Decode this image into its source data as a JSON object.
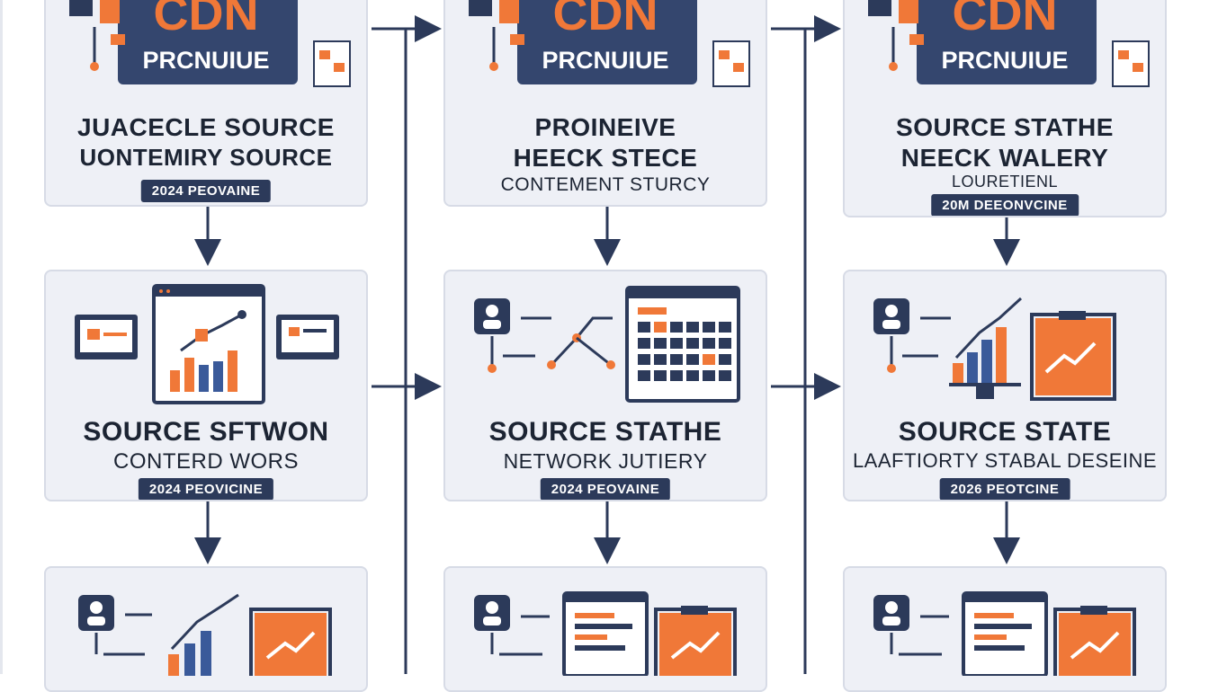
{
  "colors": {
    "navy": "#2c3a5a",
    "orange": "#f07838",
    "card_bg": "#eef0f6",
    "card_border": "#d7dbe6",
    "arrow": "#2c3a5a"
  },
  "columns": [
    {
      "row1": {
        "logo_text": "CDN",
        "logo_subtext": "PRCNUIUE",
        "title_lines": [
          "JUACECLE SOURCE",
          "UONTEMIRY SOURCE"
        ],
        "badge": "2024 PEOVAINE",
        "icon": "cdn-server-icon"
      },
      "row2": {
        "title_lines": [
          "SOURCE SFTWON",
          "CONTERD WORS"
        ],
        "badge": "2024 PEOVICINE",
        "icon": "analytics-dashboard-icon"
      },
      "row3": {
        "icon": "user-flow-chart-icon"
      }
    },
    {
      "row1": {
        "logo_text": "CDN",
        "logo_subtext": "PRCNUIUE",
        "title_lines": [
          "PROINEIVE",
          "HEECK STECE",
          "CONTEMENT STURCY"
        ],
        "icon": "cdn-server-icon"
      },
      "row2": {
        "title_lines": [
          "SOURCE STATHE",
          "NETWORK JUTIERY"
        ],
        "badge": "2024 PEOVAINE",
        "icon": "user-network-grid-icon"
      },
      "row3": {
        "icon": "user-browser-chart-icon"
      }
    },
    {
      "row1": {
        "logo_text": "CDN",
        "logo_subtext": "PRCNUIUE",
        "title_lines": [
          "SOURCE STATHE",
          "NEECK WALERY",
          "LOURETIENL"
        ],
        "badge": "20M DEEONVCINE",
        "icon": "cdn-server-icon"
      },
      "row2": {
        "title_lines": [
          "SOURCE STATE",
          "LAAFTIORTY STABAL DESEINE"
        ],
        "badge": "2026 PEOTCINE",
        "icon": "user-growth-chart-icon"
      },
      "row3": {
        "icon": "user-browser-chart-icon"
      }
    }
  ]
}
